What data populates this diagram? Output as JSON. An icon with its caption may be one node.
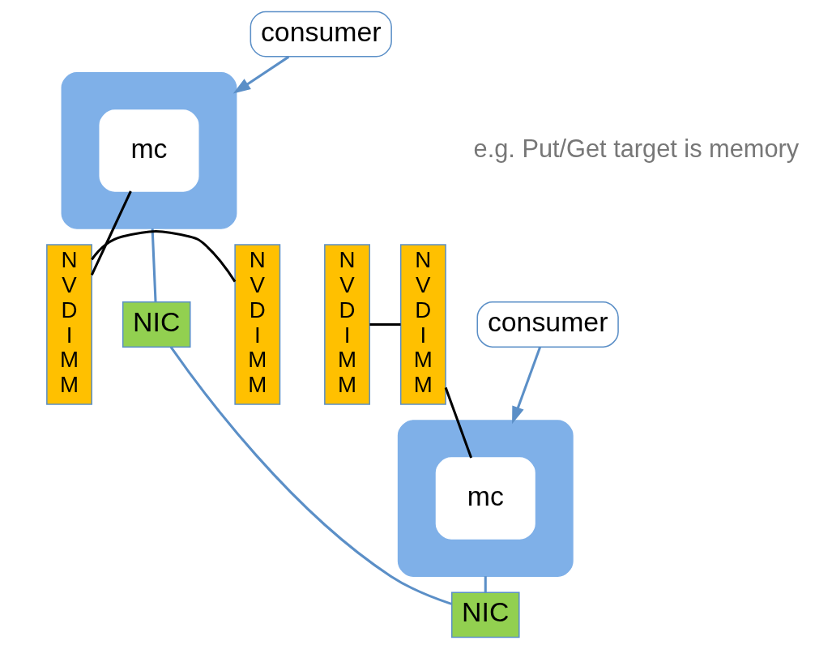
{
  "diagram": {
    "nodes": [
      {
        "text": [
          "consumer"
        ]
      },
      {
        "text": [
          "consumer"
        ]
      },
      {
        "text": [],
        "shape": "box"
      },
      {
        "text": [
          "mc"
        ],
        "in": 2
      },
      {
        "text": [
          "N V D I M M"
        ]
      },
      {
        "text": [
          "N V D I M M"
        ]
      },
      {
        "text": [
          "N V D I M M"
        ]
      },
      {
        "text": [
          "N V D I M M"
        ]
      },
      {
        "text": [],
        "shape": "box"
      },
      {
        "text": [
          "mc"
        ],
        "in": 8
      },
      {
        "text": [
          "NIC"
        ]
      },
      {
        "text": [
          "NIC"
        ]
      }
    ],
    "edges": [
      {
        "from": 0,
        "to": 3,
        "arrow": "to"
      },
      {
        "from": 1,
        "to": 9,
        "arrow": "to"
      },
      {
        "from": 3,
        "to": 4,
        "arrow": "none",
        "color": "#000000"
      },
      {
        "from": 4,
        "to": 5,
        "arrow": "none",
        "color": "#000000"
      },
      {
        "from": 6,
        "to": 7,
        "arrow": "none",
        "color": "#000000"
      },
      {
        "from": 7,
        "to": 9,
        "arrow": "none",
        "color": "#000000"
      },
      {
        "from": 3,
        "to": 10,
        "arrow": "none"
      },
      {
        "from": 9,
        "to": 11,
        "arrow": "none"
      },
      {
        "from": 10,
        "to": 11,
        "arrow": "none"
      }
    ],
    "labels": [
      "e.g. Put/Get target is memory"
    ]
  }
}
